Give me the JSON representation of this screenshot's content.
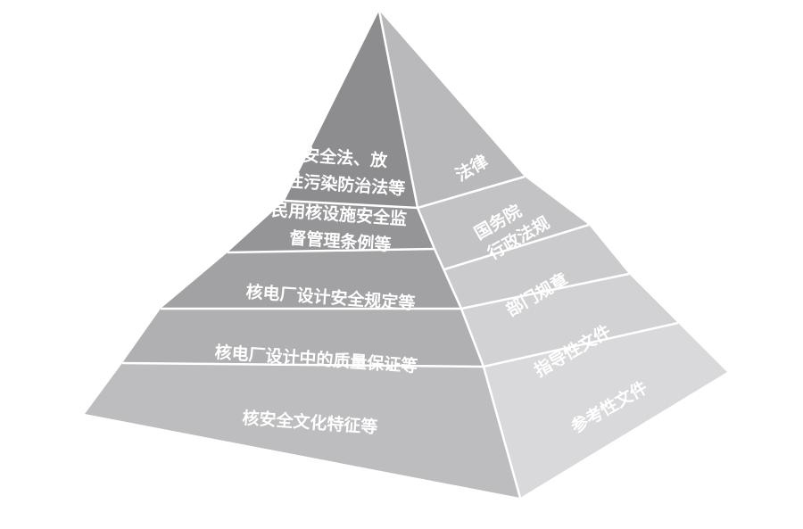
{
  "left_tiers": [
    {
      "lines": [
        "核安全法、放",
        "射性污染防治法等"
      ]
    },
    {
      "lines": [
        "民用核设施安全监",
        "督管理条例等"
      ]
    },
    {
      "lines": [
        "核电厂设计安全规定等"
      ]
    },
    {
      "lines": [
        "核电厂设计中的质量保证等"
      ]
    },
    {
      "lines": [
        "核安全文化特征等"
      ]
    }
  ],
  "right_tiers": [
    {
      "lines": [
        "法律"
      ]
    },
    {
      "lines": [
        "国务院",
        "行政法规"
      ]
    },
    {
      "lines": [
        "部门规章"
      ]
    },
    {
      "lines": [
        "指导性文件"
      ]
    },
    {
      "lines": [
        "参考性文件"
      ]
    }
  ],
  "colors": {
    "left_tiers": [
      "#8d8d8f",
      "#959597",
      "#a2a2a4",
      "#b0b0b2",
      "#bdbdbf"
    ],
    "right_tiers": [
      "#b9b9bb",
      "#c3c3c5",
      "#cbcbcd",
      "#d2d2d4",
      "#d9d9db"
    ],
    "label": "#ffffff"
  }
}
